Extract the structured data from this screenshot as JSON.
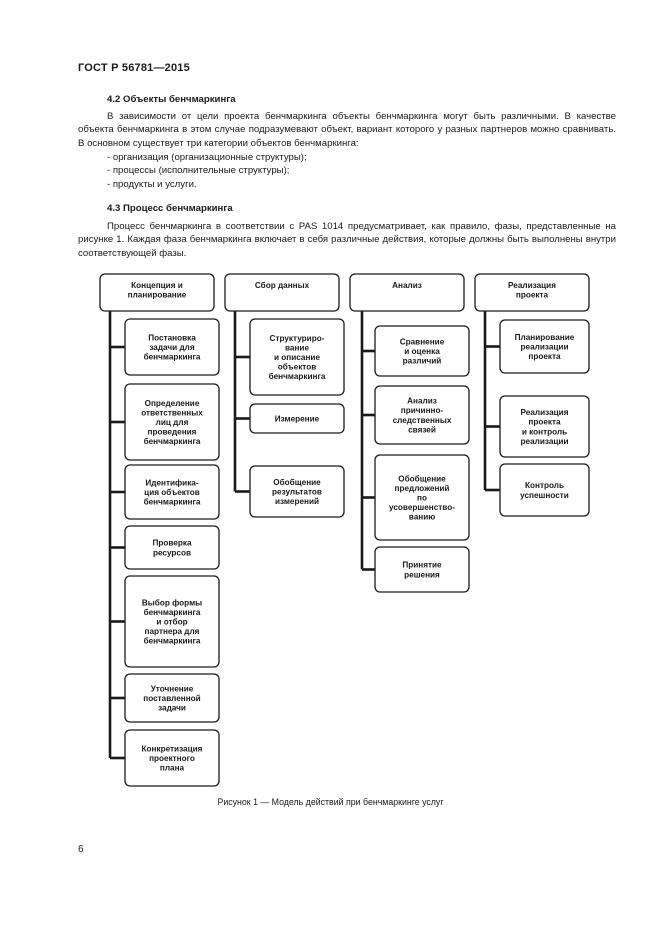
{
  "header": {
    "code": "ГОСТ Р 56781—2015"
  },
  "section42": {
    "title": "4.2 Объекты  бенчмаркинга",
    "paragraph": "В зависимости от цели проекта бенчмаркинга объекты бенчмаркинга могут быть различными. В качестве объекта бенчмаркинга в этом случае подразумевают объект, вариант которого у разных партнеров можно сравнивать. В  основном  существует  три  категории  объектов бенчмаркинга:",
    "items": [
      "- организация (организационные  структуры);",
      "- процессы (исполнительные  структуры);",
      "- продукты  и  услуги."
    ]
  },
  "section43": {
    "title": "4.3 Процесс бенчмаркинга",
    "paragraph": "Процесс бенчмаркинга в соответствии с PAS 1014 предусматривает, как правило, фазы, представленные на рисунке 1. Каждая фаза бенчмаркинга включает в себя различные действия, которые должны быть выполнены  внутри  соответствующей  фазы."
  },
  "diagram": {
    "phases": [
      {
        "lines": [
          "Концепция и",
          "планирование"
        ],
        "steps": [
          [
            "Постановка",
            "задачи для",
            "бенчмаркинга"
          ],
          [
            "Определение",
            "ответственных",
            "лиц для",
            "проведения",
            "бенчмаркинга"
          ],
          [
            "Идентифика-",
            "ция объектов",
            "бенчмаркинга"
          ],
          [
            "Проверка",
            "ресурсов"
          ],
          [
            "Выбор формы",
            "бенчмаркинга",
            "и отбор",
            "партнера для",
            "бенчмаркинга"
          ],
          [
            "Уточнение",
            "поставленной",
            "задачи"
          ],
          [
            "Конкретизация",
            "проектного",
            "плана"
          ]
        ]
      },
      {
        "lines": [
          "Сбор данных"
        ],
        "steps": [
          [
            "Структуриро-",
            "вание",
            "и описание",
            "объектов",
            "бенчмаркинга"
          ],
          [
            "Измерение"
          ],
          [
            "Обобщение",
            "результатов",
            "измерений"
          ]
        ]
      },
      {
        "lines": [
          "Анализ"
        ],
        "steps": [
          [
            "Сравнение",
            "и оценка",
            "различий"
          ],
          [
            "Анализ",
            "причинно-",
            "следственных",
            "связей"
          ],
          [
            "Обобщение",
            "предложений",
            "по",
            "усовершенство-",
            "ванию"
          ],
          [
            "Принятие",
            "решения"
          ]
        ]
      },
      {
        "lines": [
          "Реализация",
          "проекта"
        ],
        "steps": [
          [
            "Планирование",
            "реализации",
            "проекта"
          ],
          [
            "Реализация",
            "проекта",
            "и контроль",
            "реализации"
          ],
          [
            "Контроль",
            "успешности"
          ]
        ]
      }
    ]
  },
  "caption": "Рисунок 1 — Модель действий при бенчмаркинге услуг",
  "page_number": "6"
}
